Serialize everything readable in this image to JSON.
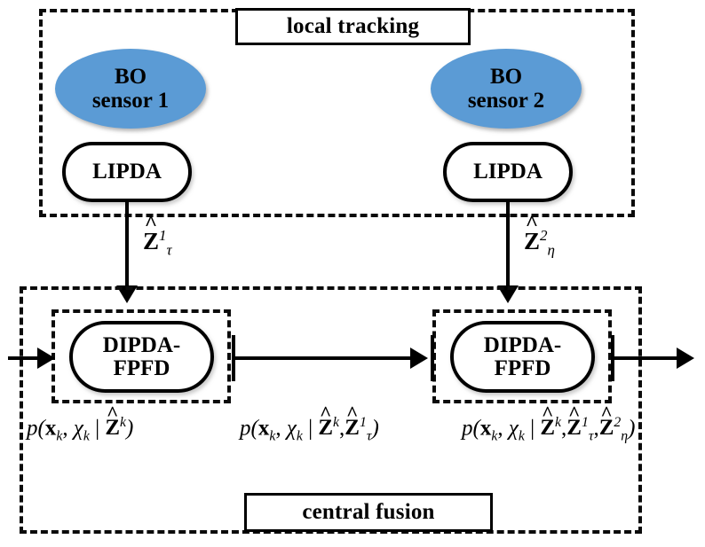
{
  "diagram": {
    "title": "Distributed multi-sensor tracking and central fusion block diagram",
    "sections": {
      "local_tracking": {
        "label": "local tracking"
      },
      "central_fusion": {
        "label": "central fusion"
      }
    },
    "sensors": [
      {
        "line1": "BO",
        "line2": "sensor 1",
        "color": "#5b9bd5"
      },
      {
        "line1": "BO",
        "line2": "sensor 2",
        "color": "#5b9bd5"
      }
    ],
    "local_filters": [
      {
        "label": "LIPDA"
      },
      {
        "label": "LIPDA"
      }
    ],
    "fusion_blocks": [
      {
        "line1": "DIPDA-",
        "line2": "FPFD"
      },
      {
        "line1": "DIPDA-",
        "line2": "FPFD"
      }
    ],
    "arrow_labels": [
      {
        "symbol": "Z",
        "hat": "^",
        "sup": "1",
        "sub": "τ"
      },
      {
        "symbol": "Z",
        "hat": "^",
        "sup": "2",
        "sub": "η"
      }
    ],
    "formulas": [
      {
        "id": "prior",
        "open": "p(",
        "x": "x",
        "x_sub": "k",
        "comma1": ", ",
        "chi": "χ",
        "chi_sub": "k",
        "bar": " | ",
        "terms": [
          {
            "symbol": "Z",
            "sup": "k",
            "sub": ""
          }
        ],
        "close": ")"
      },
      {
        "id": "after-sensor-1",
        "open": "p(",
        "x": "x",
        "x_sub": "k",
        "comma1": ", ",
        "chi": "χ",
        "chi_sub": "k",
        "bar": " | ",
        "terms": [
          {
            "symbol": "Z",
            "sup": "k",
            "sub": ""
          },
          {
            "symbol": "Z",
            "sup": "1",
            "sub": "τ"
          }
        ],
        "close": ")"
      },
      {
        "id": "after-sensor-2",
        "open": "p(",
        "x": "x",
        "x_sub": "k",
        "comma1": ", ",
        "chi": "χ",
        "chi_sub": "k",
        "bar": " | ",
        "terms": [
          {
            "symbol": "Z",
            "sup": "k",
            "sub": ""
          },
          {
            "symbol": "Z",
            "sup": "1",
            "sub": "τ"
          },
          {
            "symbol": "Z",
            "sup": "2",
            "sub": "η"
          }
        ],
        "close": ")"
      }
    ],
    "colors": {
      "stroke": "#0b0b0b",
      "sensor_fill": "#5b9bd5",
      "background": "#ffffff",
      "text": "#000000"
    }
  }
}
